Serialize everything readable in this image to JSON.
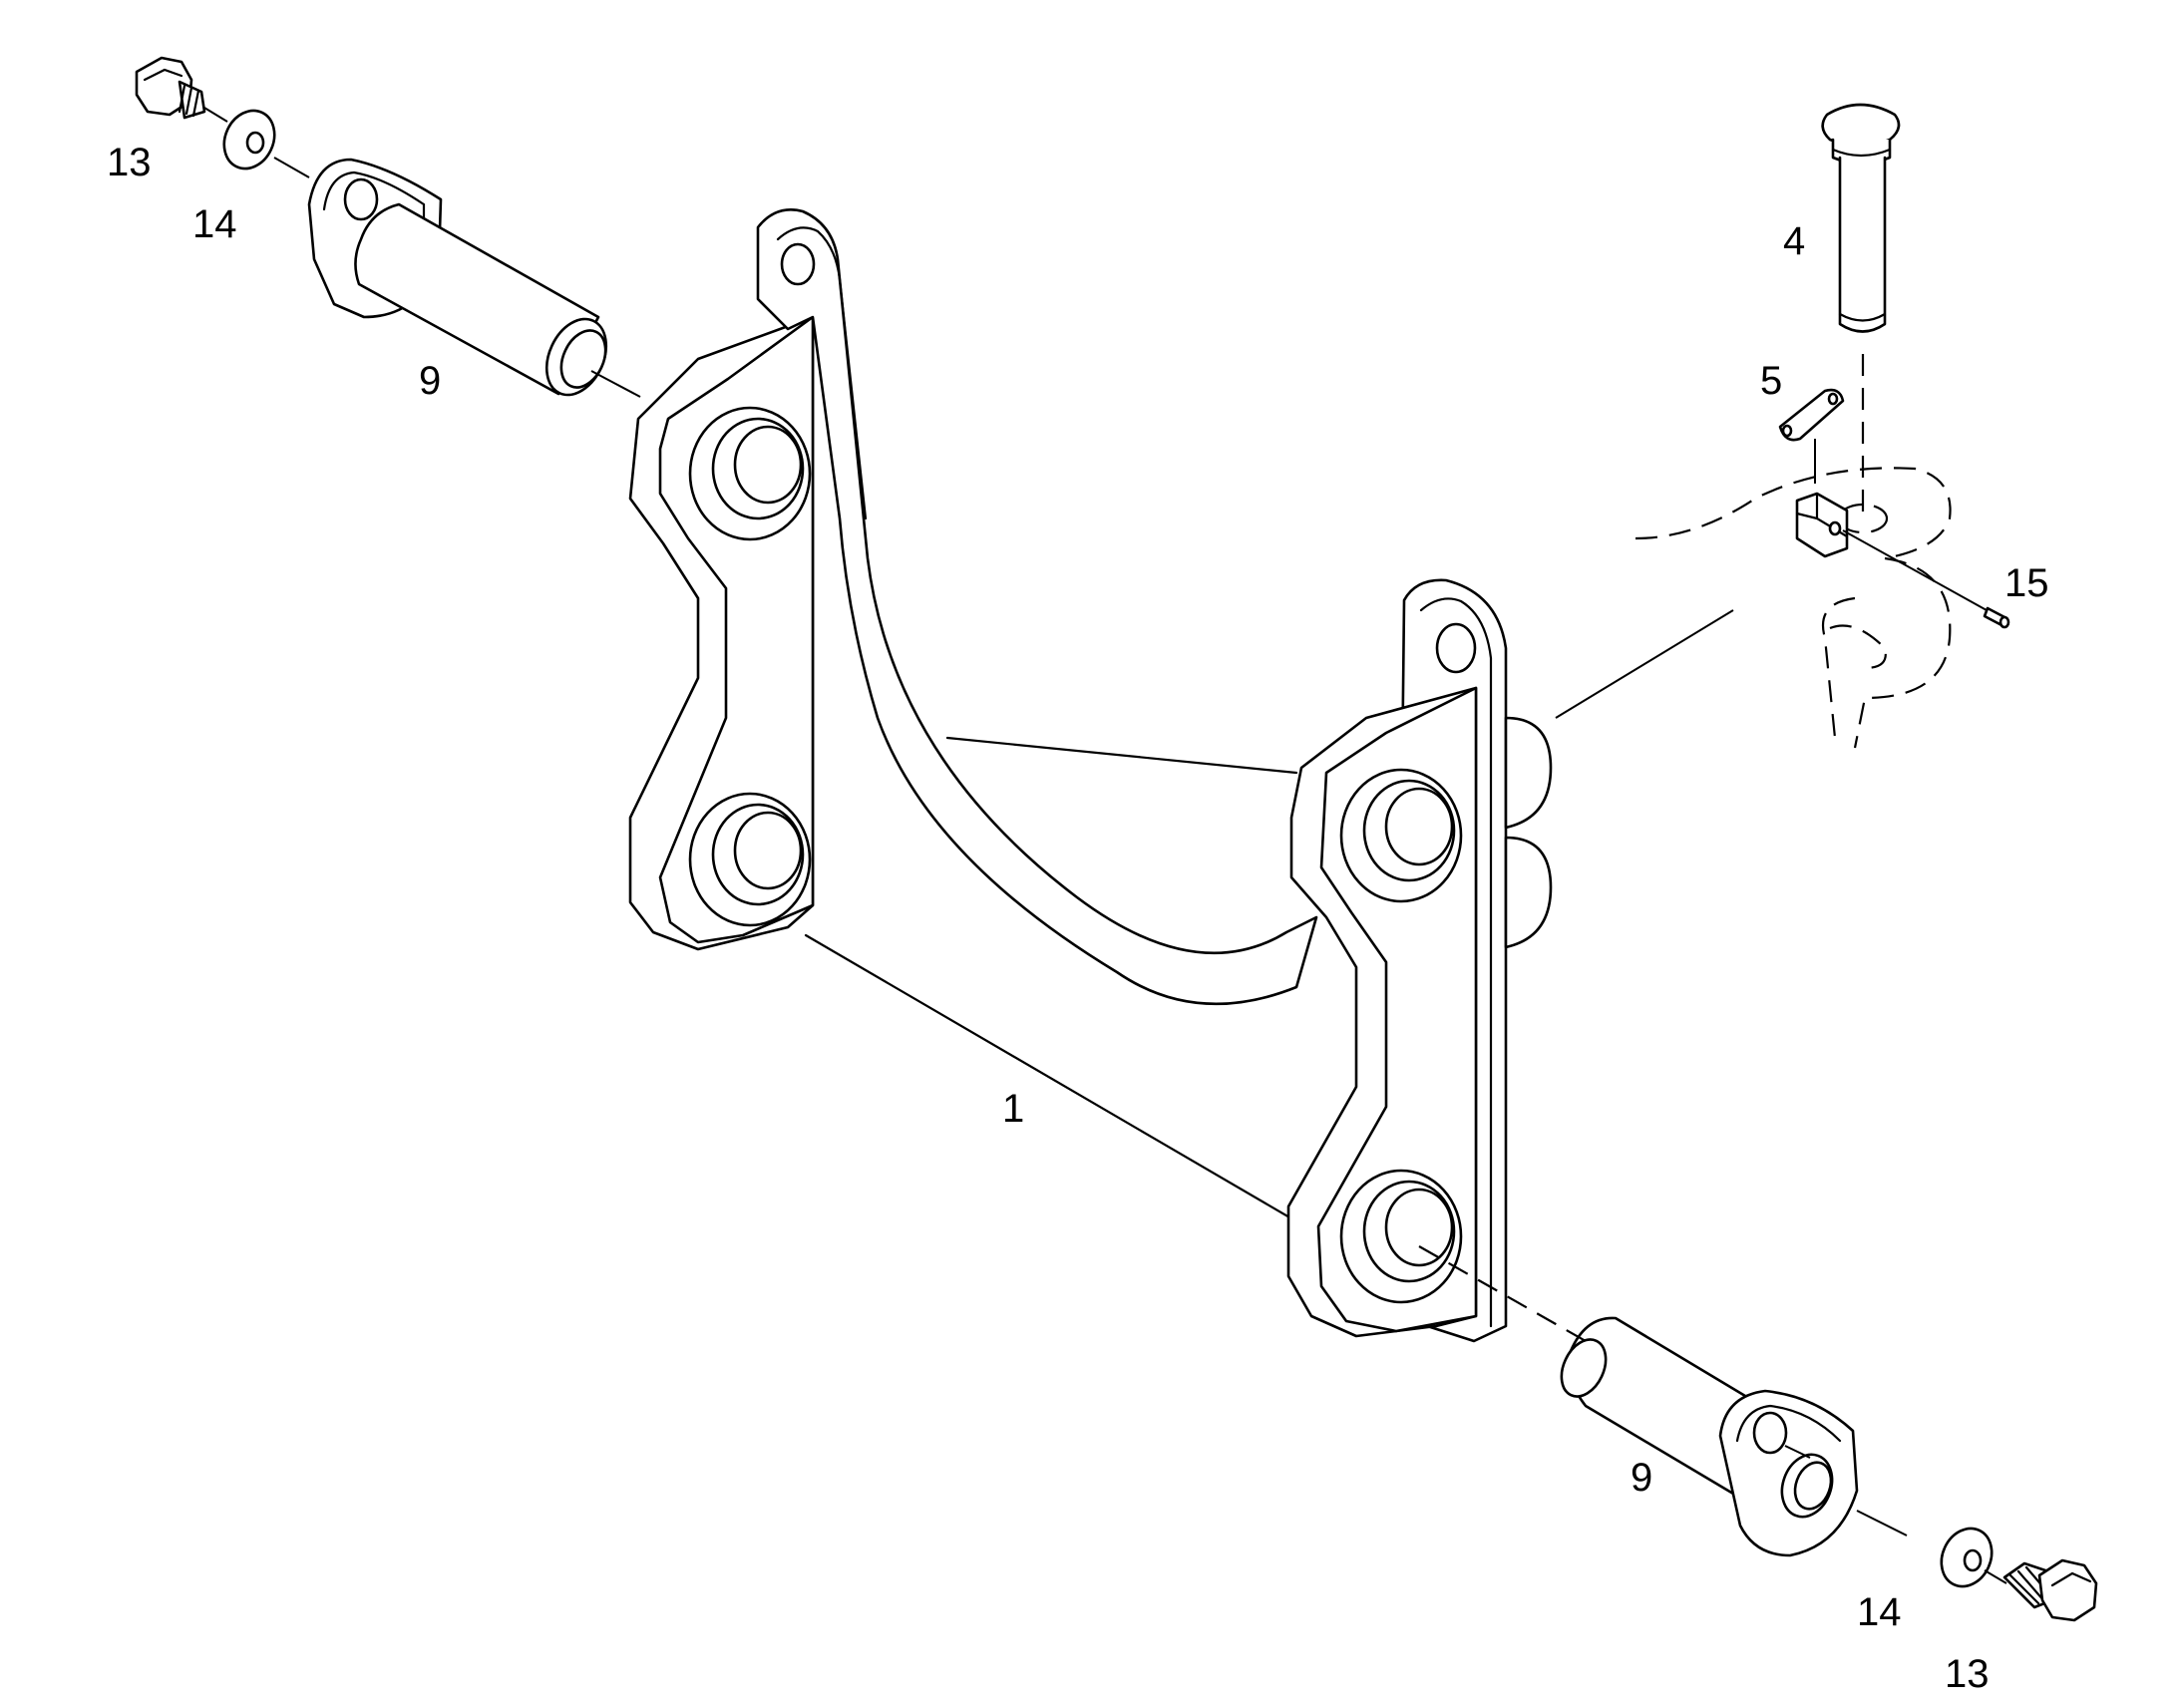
{
  "colors": {
    "line": "#000000",
    "background": "#ffffff"
  },
  "callouts": [
    {
      "id": "bracket",
      "text": "1"
    },
    {
      "id": "pin-top",
      "text": "4"
    },
    {
      "id": "lock-plate",
      "text": "5"
    },
    {
      "id": "pin-left",
      "text": "9"
    },
    {
      "id": "pin-right",
      "text": "9"
    },
    {
      "id": "bolt-left",
      "text": "13"
    },
    {
      "id": "bolt-right",
      "text": "13"
    },
    {
      "id": "washer-left",
      "text": "14"
    },
    {
      "id": "washer-right",
      "text": "14"
    },
    {
      "id": "roll-pin",
      "text": "15"
    }
  ]
}
